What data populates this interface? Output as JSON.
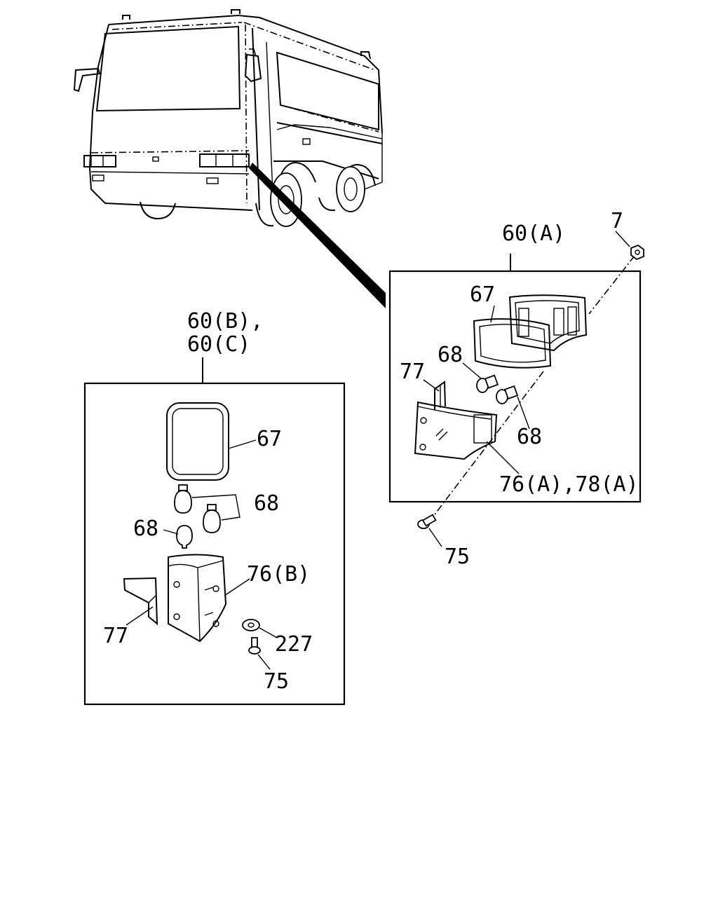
{
  "callouts": {
    "group_a": "60(A)",
    "group_bc_line1": "60(B),",
    "group_bc_line2": "60(C)",
    "a_nut": "7",
    "a_lens": "67",
    "a_bulb_top": "68",
    "a_bulb_right": "68",
    "a_bracket": "77",
    "a_housing": "76(A),78(A)",
    "a_screw": "75",
    "b_lens": "67",
    "b_bulbs": "68",
    "b_bulb_left": "68",
    "b_housing": "76(B)",
    "b_bracket": "77",
    "b_washer": "227",
    "b_screw": "75"
  }
}
